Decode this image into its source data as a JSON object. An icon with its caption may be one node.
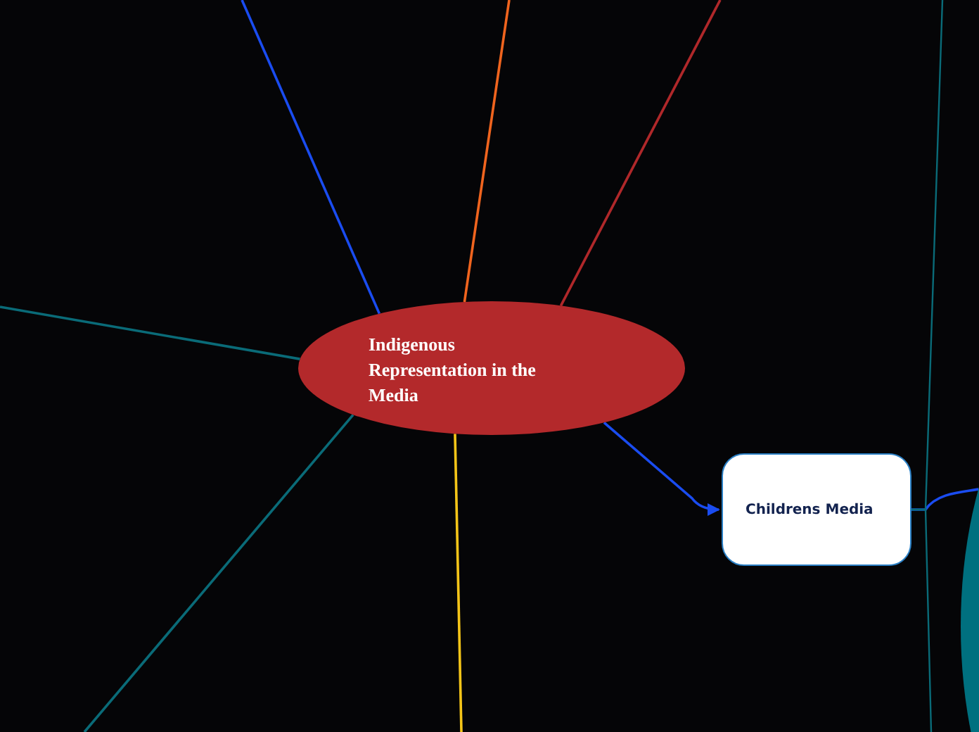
{
  "diagram": {
    "nodes": [
      {
        "text": [
          "Indigenous Representation in the Media"
        ]
      },
      {
        "text": [
          "Childrens Media"
        ]
      },
      {
        "text": [],
        "shape": "circle"
      }
    ],
    "edges": [
      {
        "from": 0,
        "to": 1,
        "arrow": "to",
        "color": "#1a4cf0"
      },
      {
        "from": 1,
        "to": 2,
        "arrow": "none",
        "color": "#1a4cf0"
      },
      {
        "from": 0,
        "to": null,
        "arrow": "none",
        "color": "#1a4cf0"
      },
      {
        "from": 0,
        "to": null,
        "arrow": "none",
        "color": "#f0641e"
      },
      {
        "from": 0,
        "to": null,
        "arrow": "none",
        "color": "#b0282a"
      },
      {
        "from": 0,
        "to": null,
        "arrow": "none",
        "color": "#0a6b78"
      },
      {
        "from": 0,
        "to": null,
        "arrow": "none",
        "color": "#0a6b78"
      },
      {
        "from": 0,
        "to": null,
        "arrow": "none",
        "color": "#f5c518"
      },
      {
        "from": 1,
        "to": null,
        "arrow": "none",
        "color": "#0a6b78"
      },
      {
        "from": 1,
        "to": null,
        "arrow": "none",
        "color": "#0a6b78"
      }
    ]
  }
}
